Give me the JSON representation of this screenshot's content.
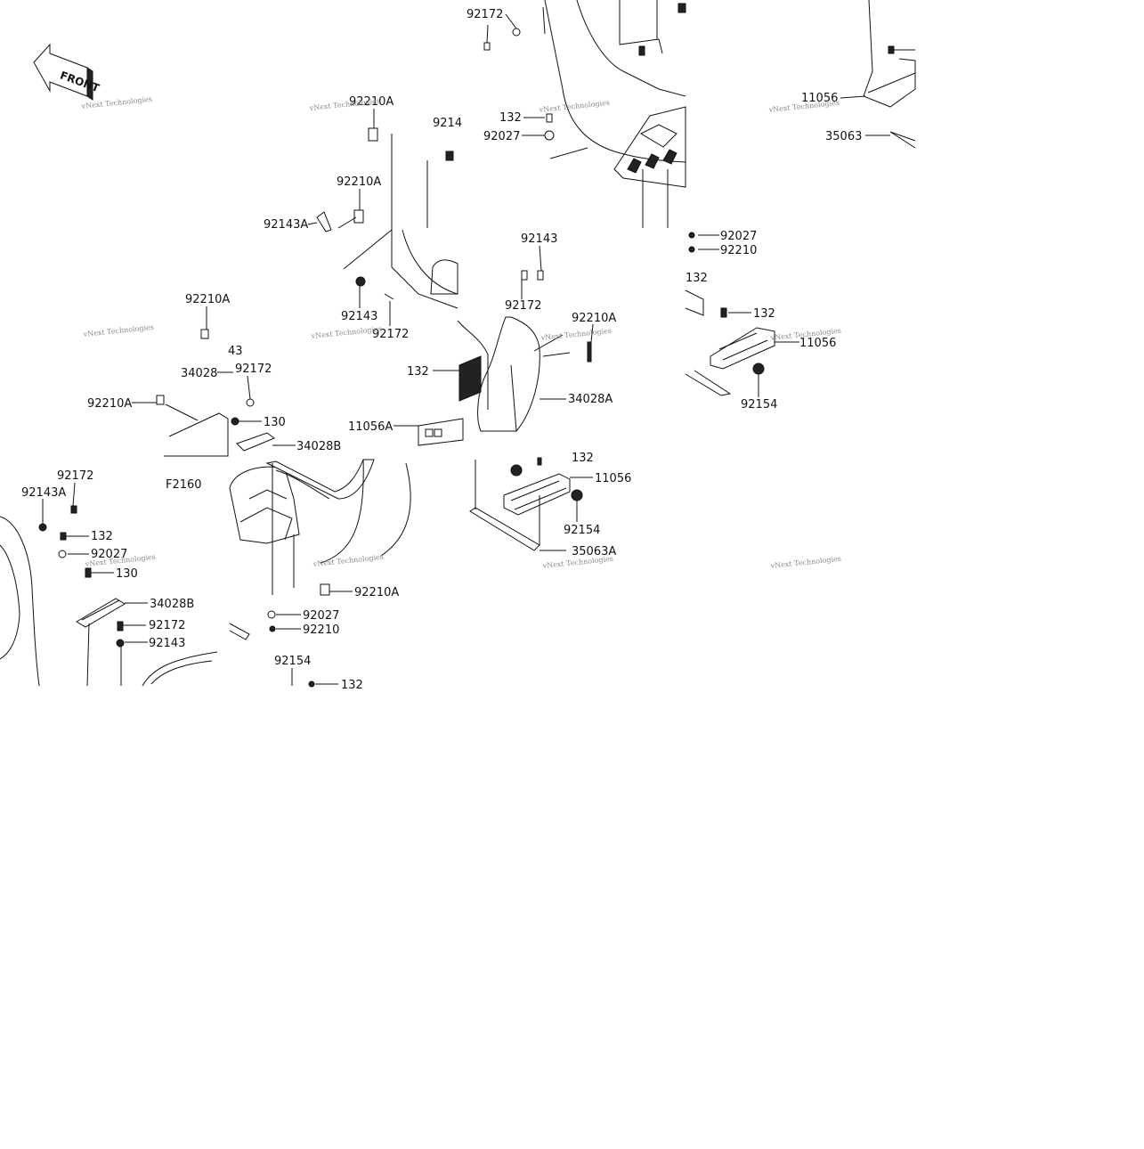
{
  "diagram": {
    "figure_code": "F2160",
    "front_label": "FRONT",
    "watermark": "vNext Technologies",
    "labels": [
      "92172",
      "92210A",
      "92210A",
      "9214",
      "92143A",
      "132",
      "92027",
      "11056",
      "35063",
      "92143",
      "92172",
      "92143",
      "92172",
      "92210A",
      "92027",
      "92210",
      "132",
      "132",
      "11056",
      "92154",
      "92210A",
      "43",
      "34028",
      "92172",
      "92210A",
      "130",
      "34028B",
      "132",
      "34028A",
      "11056A",
      "132",
      "11056",
      "92154",
      "35063A",
      "92172",
      "92143A",
      "132",
      "92027",
      "130",
      "34028B",
      "92172",
      "92143",
      "92210A",
      "92027",
      "92210",
      "92154",
      "132"
    ]
  }
}
